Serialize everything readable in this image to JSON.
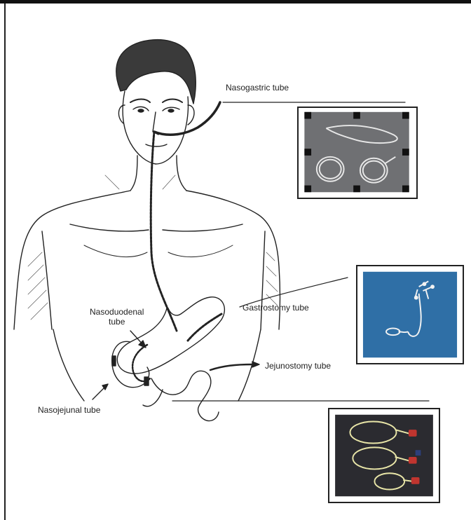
{
  "labels": {
    "nasogastric": "Nasogastric tube",
    "gastrostomy": "Gastrostomy tube",
    "nasoduodenal": "Nasoduodenal\ntube",
    "jejunostomy": "Jejunostomy tube",
    "nasojejunal": "Nasojejunal tube"
  },
  "colors": {
    "line": "#222222",
    "photo1_bg": "#6f7073",
    "photo2_bg": "#2f6fa6",
    "photo3_bg": "#2b2b30",
    "tube_red": "#c0352f"
  },
  "photos": [
    {
      "name": "nasogastric-tube-photo"
    },
    {
      "name": "gastrostomy-tube-photo"
    },
    {
      "name": "nasojejunal-tube-photo"
    }
  ]
}
